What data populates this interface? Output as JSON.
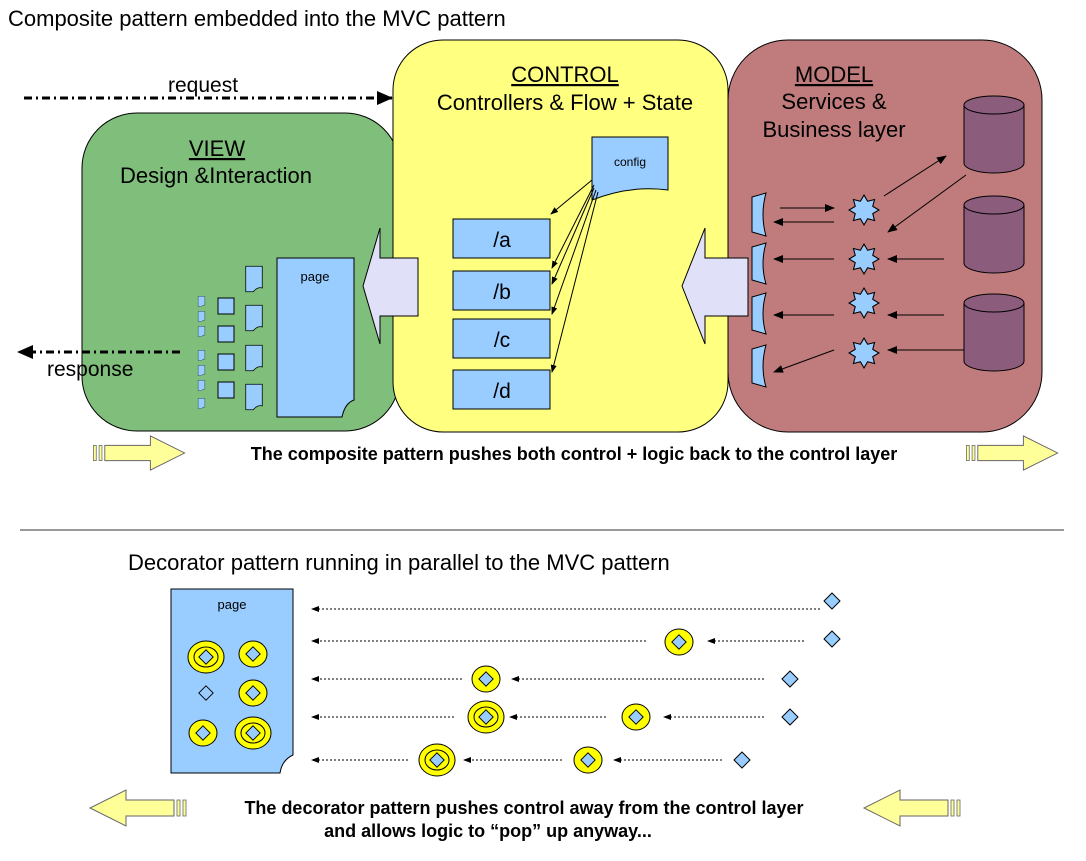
{
  "top": {
    "title": "Composite pattern embedded into the MVC pattern",
    "request_label": "request",
    "response_label": "response",
    "control": {
      "title": "CONTROL",
      "subtitle": "Controllers & Flow + State",
      "config_label": "config",
      "routes": [
        "/a",
        "/b",
        "/c",
        "/d"
      ]
    },
    "view": {
      "title": "VIEW",
      "subtitle": "Design &Interaction",
      "page_label": "page"
    },
    "model": {
      "title": "MODEL",
      "subtitle_line1": "Services &",
      "subtitle_line2": "Business layer"
    },
    "banner": "The composite pattern pushes both control + logic back to the control layer"
  },
  "bottom": {
    "title": "Decorator pattern running in parallel to the MVC pattern",
    "page_label": "page",
    "banner_line1": "The decorator pattern pushes control away from the control layer",
    "banner_line2": "and allows logic to “pop” up anyway..."
  },
  "colors": {
    "view": "#7fbf7b",
    "control": "#ffff80",
    "model": "#c07c7c",
    "component": "#99ccff",
    "decorator": "#ffff00",
    "database": "#8c5c7c",
    "fat_arrow": "#e0e0f8",
    "banner_arrow": "#ffff99"
  }
}
